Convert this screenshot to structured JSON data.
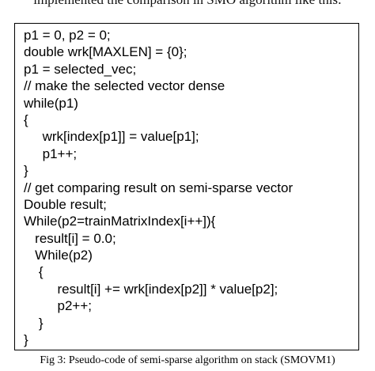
{
  "intro_text": "implemented the comparison in SMO algorithm like this:",
  "code_lines": [
    "p1 = 0, p2 = 0;",
    "double wrk[MAXLEN] = {0};",
    "p1 = selected_vec;",
    "// make the selected vector dense",
    "while(p1)",
    "{",
    "     wrk[index[p1]] = value[p1];",
    "     p1++;",
    "}",
    "// get comparing result on semi-sparse vector",
    "Double result;",
    "While(p2=trainMatrixIndex[i++]){",
    "   result[i] = 0.0;",
    "   While(p2)",
    "    {",
    "         result[i] += wrk[index[p2]] * value[p2];",
    "         p2++;",
    "    }",
    "}"
  ],
  "caption": "Fig 3: Pseudo-code of semi-sparse algorithm on stack (SMOVM1)"
}
